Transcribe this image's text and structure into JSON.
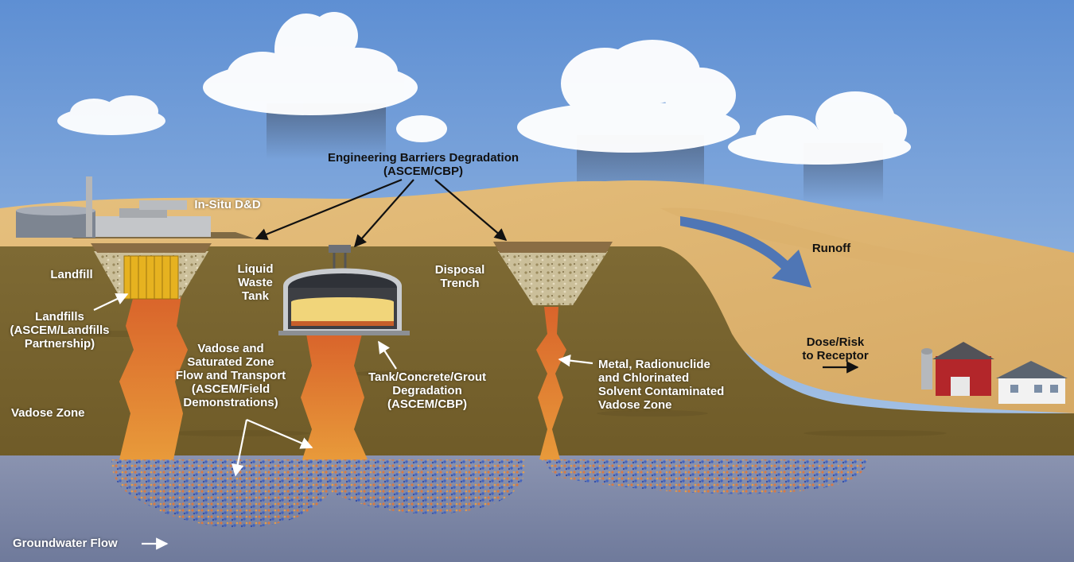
{
  "labels": {
    "engineering_barriers": "Engineering Barriers Degradation\n(ASCEM/CBP)",
    "in_situ": "In-Situ D&D",
    "runoff": "Runoff",
    "landfill": "Landfill",
    "liquid_waste_tank": "Liquid\nWaste\nTank",
    "disposal_trench": "Disposal\nTrench",
    "landfills_partnership": "Landfills\n(ASCEM/Landfills\nPartnership)",
    "vadose_saturated": "Vadose and\nSaturated Zone\nFlow and Transport\n(ASCEM/Field\nDemonstrations)",
    "tank_degradation": "Tank/Concrete/Grout\nDegradation\n(ASCEM/CBP)",
    "metal_radionuclide": "Metal, Radionuclide\nand Chlorinated\nSolvent Contaminated\nVadose Zone",
    "dose_risk": "Dose/Risk\nto Receptor",
    "vadose_zone": "Vadose Zone",
    "groundwater_flow": "Groundwater Flow"
  },
  "colors": {
    "sky_top": "#5e8fd3",
    "sky_bottom": "#b9d0ea",
    "sand": "#e3b874",
    "soil": "#7b6630",
    "groundwater": "#7c87a8",
    "plume": "#e27a2c",
    "tank_fill": "#f1d57a",
    "barn": "#b3262a",
    "runoff_arrow": "#3f6fbd"
  }
}
